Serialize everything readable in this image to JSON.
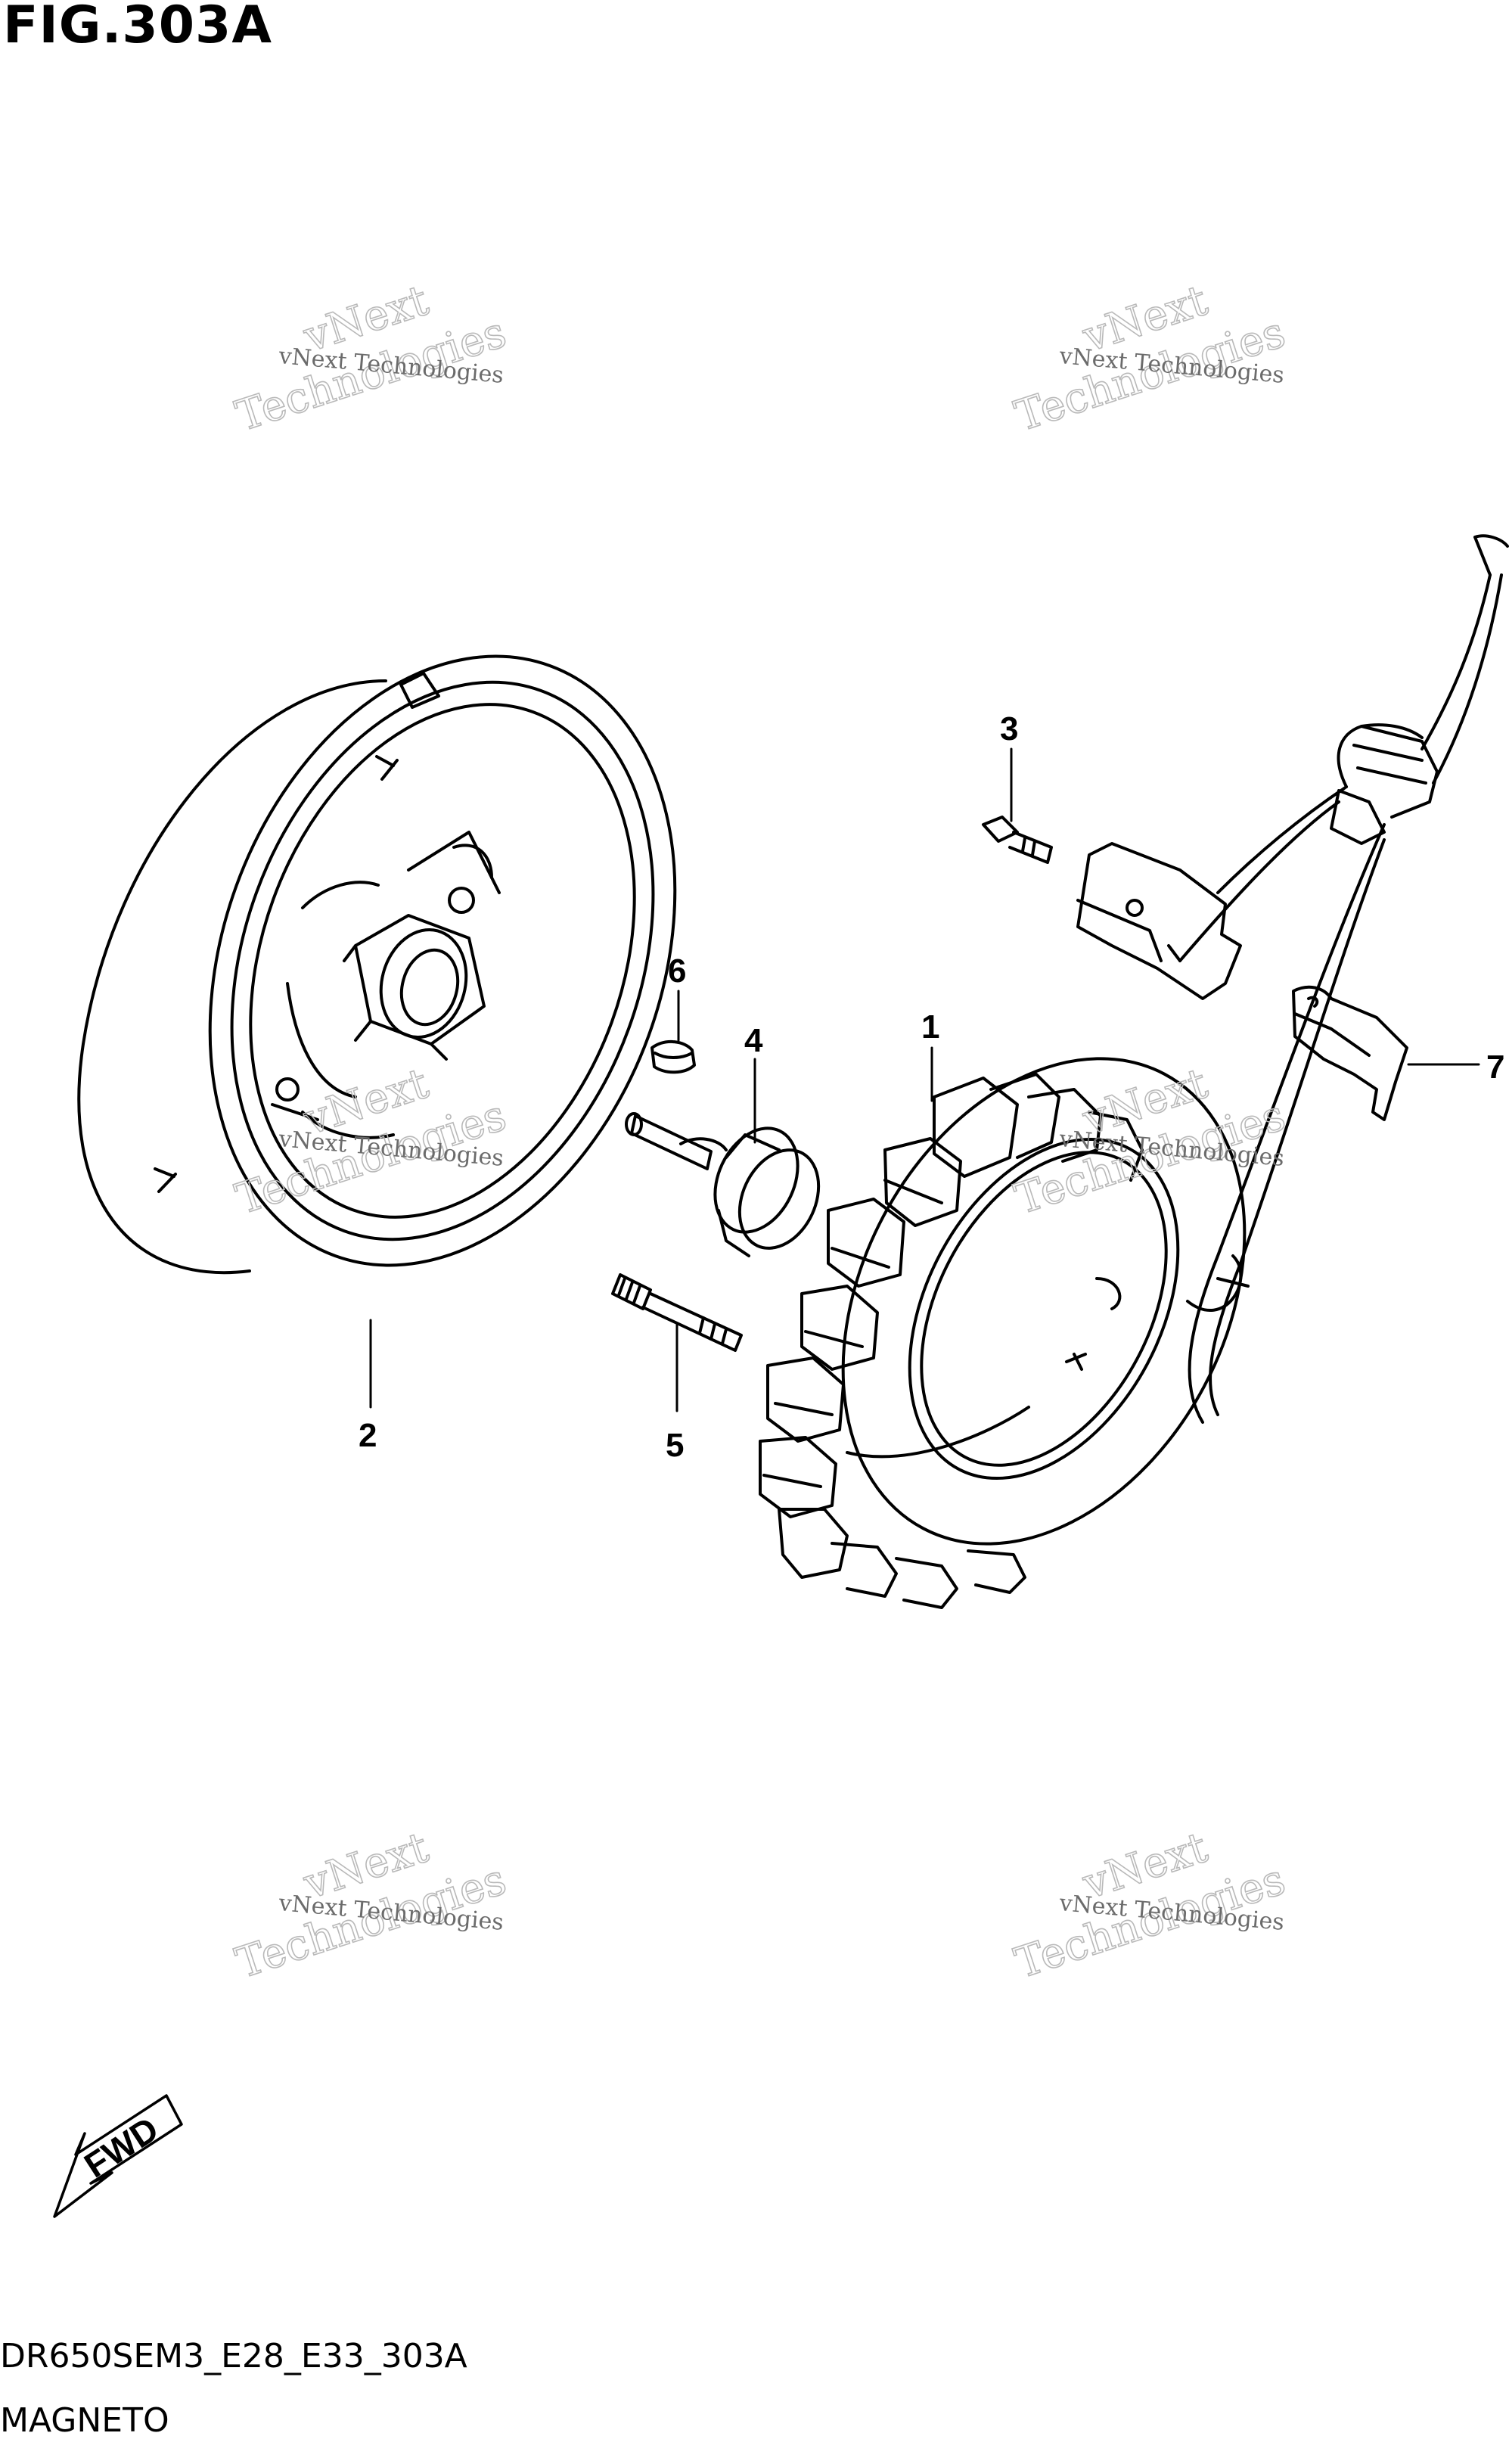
{
  "figure": {
    "title": "FIG.303A",
    "code": "DR650SEM3_E28_E33_303A",
    "name": "MAGNETO"
  },
  "callouts": {
    "part1": "1",
    "part2": "2",
    "part3": "3",
    "part4": "4",
    "part5": "5",
    "part6": "6",
    "part7": "7"
  },
  "direction_label": "FWD",
  "watermark": {
    "small": "vNext Technologies",
    "big_top": "vNext",
    "big_bottom": "Technologies"
  }
}
